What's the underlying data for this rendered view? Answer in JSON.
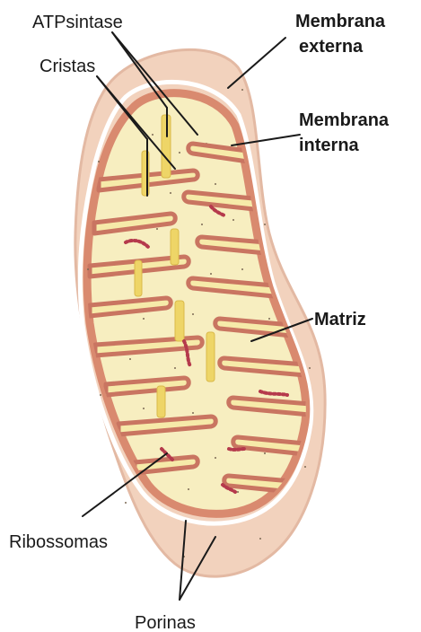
{
  "labels": {
    "atp_synthase": "ATPsintase",
    "cristae": "Cristas",
    "outer_membrane_line1": "Membrana",
    "outer_membrane_line2": "externa",
    "inner_membrane_line1": "Membrana",
    "inner_membrane_line2": "interna",
    "matrix": "Matriz",
    "ribosomes": "Ribossomas",
    "porins": "Porinas"
  },
  "colors": {
    "outer_membrane": "#f2d2bd",
    "intermembrane_line": "#ffffff",
    "inner_membrane": "#d98a6f",
    "matrix": "#f7eec0",
    "cristae_fold": "#c97561",
    "atp_synthase": "#eed567",
    "ribosome": "#b53a4c"
  }
}
